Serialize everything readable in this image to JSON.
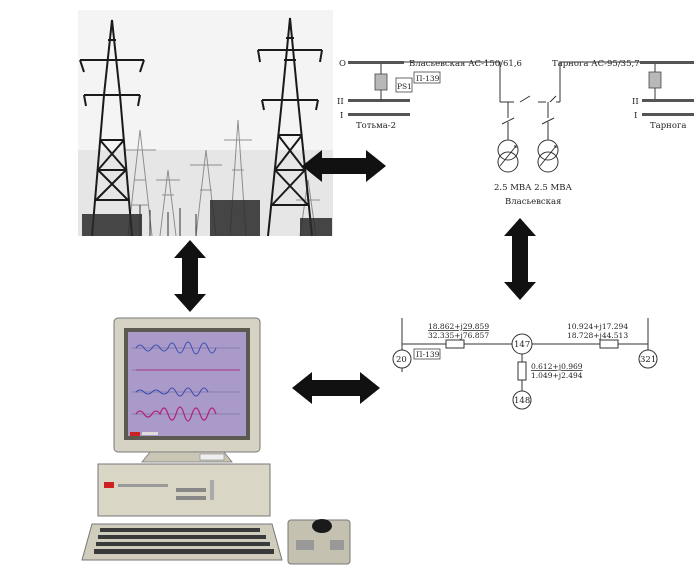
{
  "substation_scheme": {
    "bus_o_left": "О",
    "bus_ii_left": "II",
    "bus_i_left": "I",
    "line_left": "Власьевская АС-150/61,6",
    "tag_p139": "П-139",
    "tag_ps1": "PS1",
    "feeder_left": "Тотьма-2",
    "line_right": "Тарнога АС-95/35,7",
    "bus_ii_right": "II",
    "bus_i_right": "I",
    "feeder_right": "Тарнога",
    "transformers_label": "2.5 МВА 2.5 МВА",
    "substation_name": "Власьевская"
  },
  "network_scheme": {
    "node_20": "20",
    "node_147": "147",
    "node_321": "321",
    "node_148": "148",
    "tag_p139": "П-139",
    "branch_20_147_line1": "18.862+j29.859",
    "branch_20_147_line2": "32.335+j76.857",
    "branch_147_321_line1": "10.924+j17.294",
    "branch_147_321_line2": "18.728+j44.513",
    "branch_147_148_line1": "0.612+j0.969",
    "branch_147_148_line2": "1.049+j2.494"
  },
  "colors": {
    "arrow": "#111111",
    "monitor_screen": "#a99ac9",
    "wave_blue": "#3a4fb0",
    "wave_magenta": "#b3207a",
    "computer_beige": "#d9d6c6",
    "tower_dark": "#1a1a1a"
  },
  "icons": {
    "tower_photo": "transmission-towers-image",
    "computer": "desktop-computer-image"
  }
}
